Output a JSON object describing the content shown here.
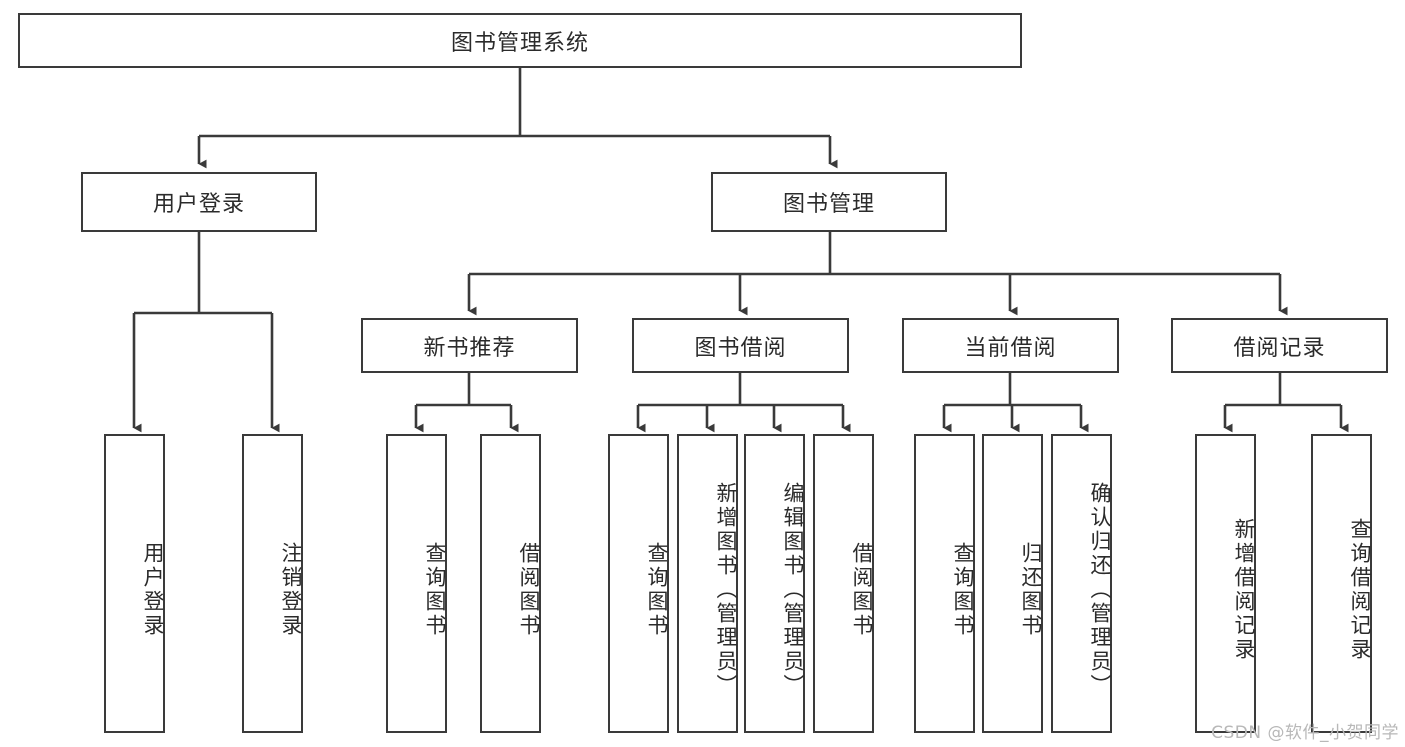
{
  "diagram": {
    "title": "图书管理系统",
    "type": "tree-hierarchy-chart",
    "watermark": "CSDN @软件_小贺同学",
    "colors": {
      "background": "#ffffff",
      "box_border": "#3a3a3a",
      "box_fill": "#ffffff",
      "edge": "#3a3a3a",
      "text": "#2b2b2b",
      "watermark": "#b8b8b8"
    },
    "levels": {
      "root": {
        "id": "root",
        "label": "图书管理系统"
      },
      "level2": [
        {
          "id": "user-login",
          "label": "用户登录"
        },
        {
          "id": "book-management",
          "label": "图书管理"
        }
      ],
      "level3": [
        {
          "id": "new-book-recommend",
          "label": "新书推荐",
          "parent": "book-management"
        },
        {
          "id": "book-borrow",
          "label": "图书借阅",
          "parent": "book-management"
        },
        {
          "id": "current-borrow",
          "label": "当前借阅",
          "parent": "book-management"
        },
        {
          "id": "borrow-record",
          "label": "借阅记录",
          "parent": "book-management"
        }
      ],
      "leaves": [
        {
          "id": "leaf-user-login",
          "label": "用户登录",
          "parent": "user-login"
        },
        {
          "id": "leaf-logout-login",
          "label": "注销登录",
          "parent": "user-login"
        },
        {
          "id": "leaf-query-book-1",
          "label": "查询图书",
          "parent": "new-book-recommend"
        },
        {
          "id": "leaf-borrow-book-1",
          "label": "借阅图书",
          "parent": "new-book-recommend"
        },
        {
          "id": "leaf-query-book-2",
          "label": "查询图书",
          "parent": "book-borrow"
        },
        {
          "id": "leaf-add-book",
          "label": "新增图书（管理员）",
          "parent": "book-borrow"
        },
        {
          "id": "leaf-edit-book",
          "label": "编辑图书（管理员）",
          "parent": "book-borrow"
        },
        {
          "id": "leaf-borrow-book-2",
          "label": "借阅图书",
          "parent": "book-borrow"
        },
        {
          "id": "leaf-query-book-3",
          "label": "查询图书",
          "parent": "current-borrow"
        },
        {
          "id": "leaf-return-book",
          "label": "归还图书",
          "parent": "current-borrow"
        },
        {
          "id": "leaf-confirm-return",
          "label": "确认归还（管理员）",
          "parent": "current-borrow"
        },
        {
          "id": "leaf-add-borrow-record",
          "label": "新增借阅记录",
          "parent": "borrow-record"
        },
        {
          "id": "leaf-query-borrow-record",
          "label": "查询借阅记录",
          "parent": "borrow-record"
        }
      ]
    }
  }
}
